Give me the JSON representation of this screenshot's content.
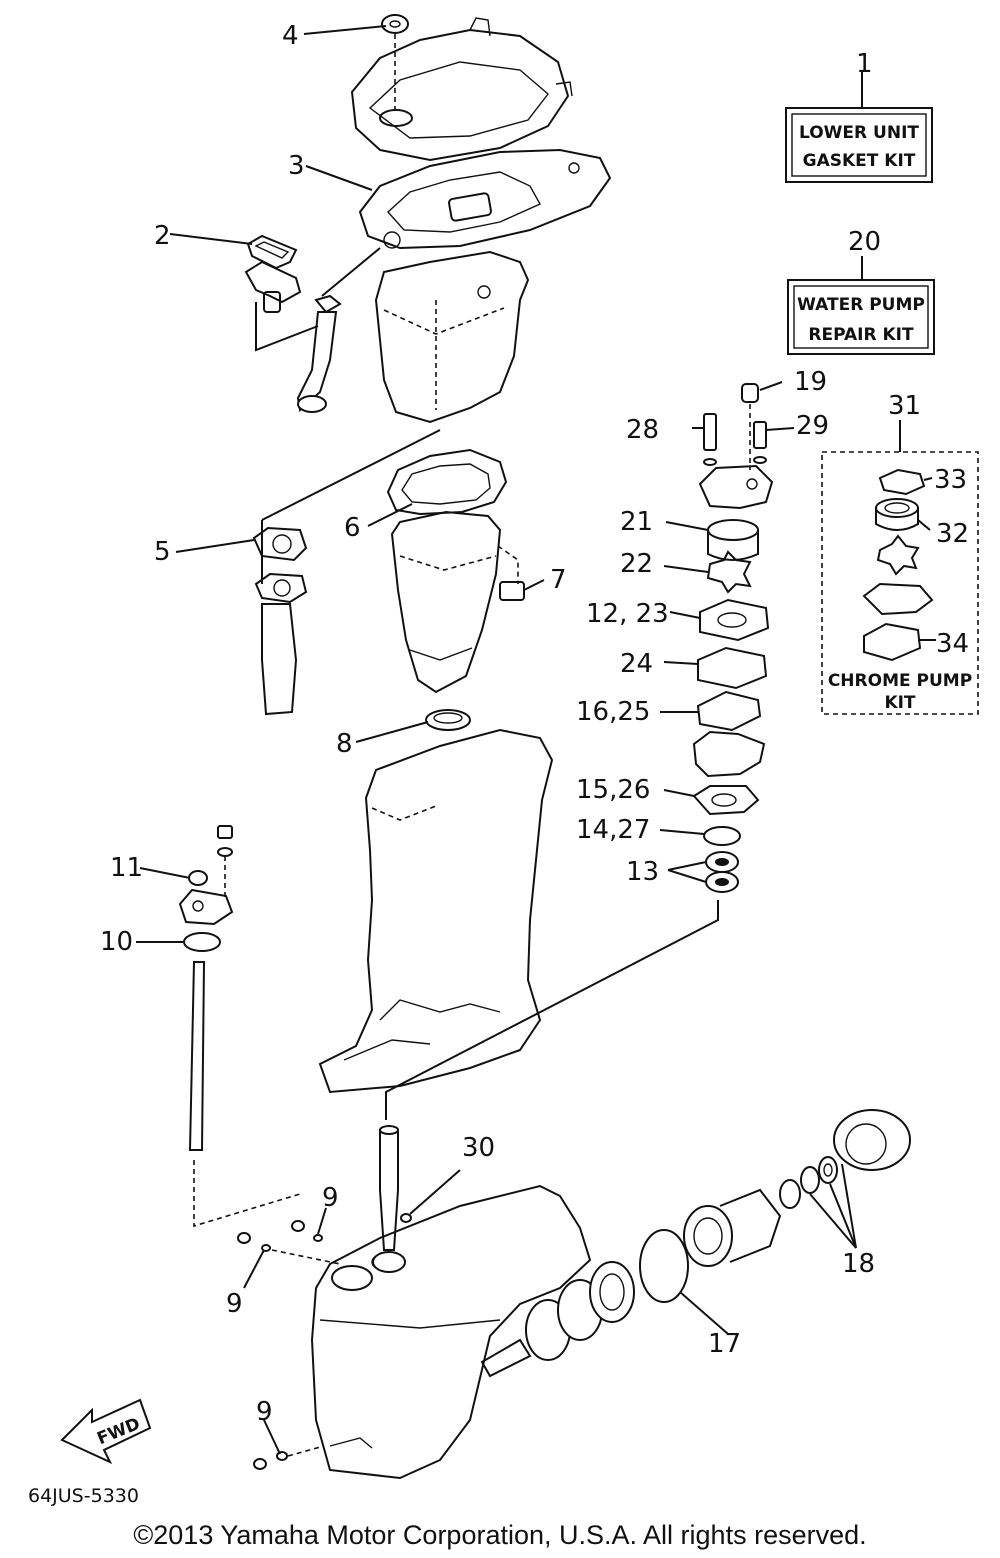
{
  "kits": {
    "lower_unit": {
      "line1": "LOWER UNIT",
      "line2": "GASKET KIT"
    },
    "water_pump": {
      "line1": "WATER PUMP",
      "line2": "REPAIR KIT"
    },
    "chrome_pump": {
      "line1": "CHROME PUMP",
      "line2": "KIT"
    }
  },
  "callouts": {
    "c1": "1",
    "c2": "2",
    "c3": "3",
    "c4": "4",
    "c5": "5",
    "c6": "6",
    "c7": "7",
    "c8": "8",
    "c9a": "9",
    "c9b": "9",
    "c9c": "9",
    "c10": "10",
    "c11": "11",
    "c12_23": "12, 23",
    "c13": "13",
    "c14_27": "14,27",
    "c15_26": "15,26",
    "c16_25": "16,25",
    "c17": "17",
    "c18": "18",
    "c19": "19",
    "c20": "20",
    "c21": "21",
    "c22": "22",
    "c24": "24",
    "c28": "28",
    "c29": "29",
    "c30": "30",
    "c31": "31",
    "c32": "32",
    "c33": "33",
    "c34": "34"
  },
  "fwd_label": "FWD",
  "diagram_code": "64JUS-5330",
  "copyright": "©2013 Yamaha Motor Corporation, U.S.A. All rights reserved."
}
